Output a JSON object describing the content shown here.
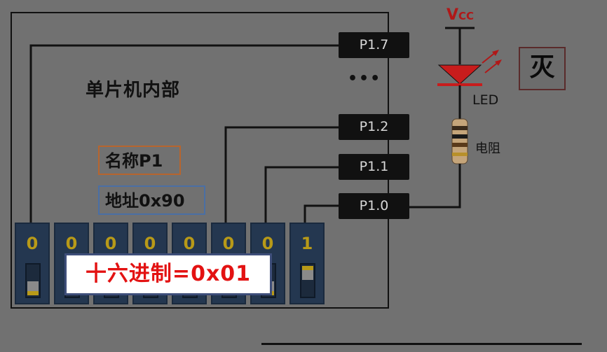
{
  "chip": {
    "title": "单片机内部",
    "ellipsis": "•••",
    "name_tag": "名称P1",
    "address_tag": "地址0x90"
  },
  "pins": [
    {
      "label": "P1.7"
    },
    {
      "label": "P1.2"
    },
    {
      "label": "P1.1"
    },
    {
      "label": "P1.0"
    }
  ],
  "register": {
    "bits": [
      "0",
      "0",
      "0",
      "0",
      "0",
      "0",
      "0",
      "1"
    ],
    "hex_label": "十六进制=0x01"
  },
  "circuit": {
    "vcc_main": "V",
    "vcc_sub": "CC",
    "led_label": "LED",
    "resistor_label": "电阻",
    "led_state": "灭"
  },
  "colors": {
    "background": "#717171",
    "bit_value": "#b89a18",
    "hex_text": "#e31212",
    "vcc": "#b01818",
    "led": "#c81c1c"
  }
}
